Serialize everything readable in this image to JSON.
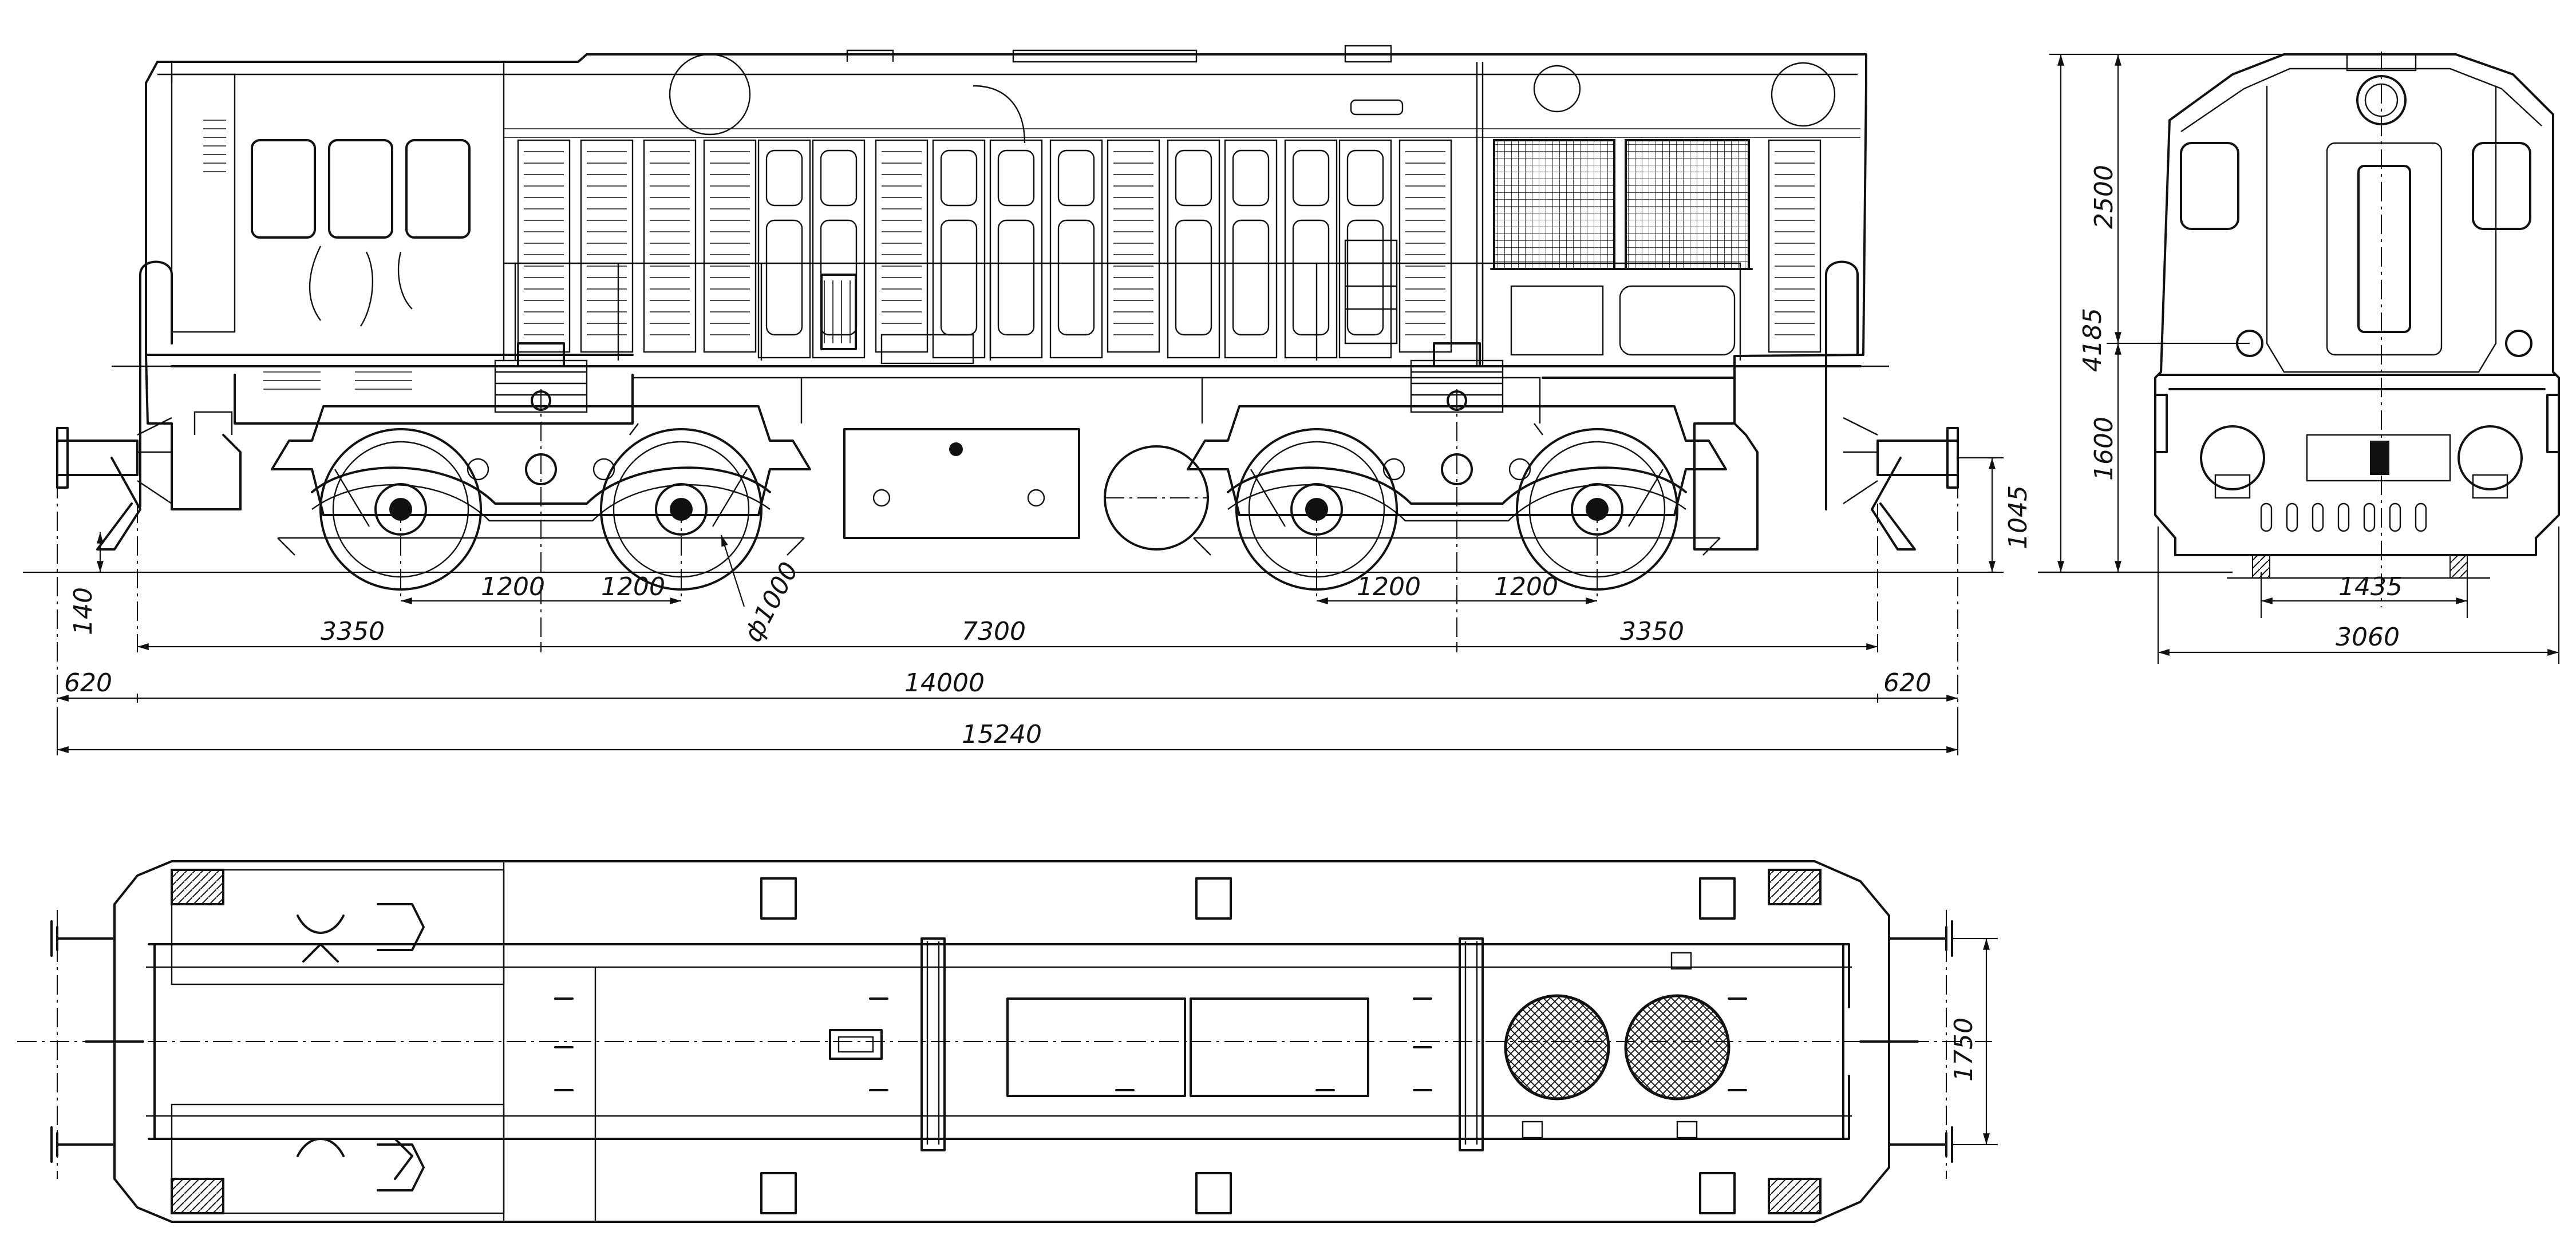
{
  "side_view": {
    "dimensions": {
      "axle_spacing_left_1": "1200",
      "axle_spacing_left_2": "1200",
      "wheel_diameter": "ф1000",
      "axle_spacing_right_1": "1200",
      "axle_spacing_right_2": "1200",
      "coupler_height_offset": "140",
      "end_to_bogie_left": "3350",
      "bogie_centers": "7300",
      "end_to_bogie_right": "3350",
      "buffer_overhang_left": "620",
      "frame_length": "14000",
      "buffer_overhang_right": "620",
      "length_over_buffers": "15240",
      "buffer_height": "1045"
    }
  },
  "end_view": {
    "dimensions": {
      "overall_height": "4185",
      "upper_height": "2500",
      "lower_height": "1600",
      "track_gauge": "1435",
      "overall_width": "3060"
    }
  },
  "plan_view": {
    "dimensions": {
      "buffer_spacing": "1750"
    }
  }
}
